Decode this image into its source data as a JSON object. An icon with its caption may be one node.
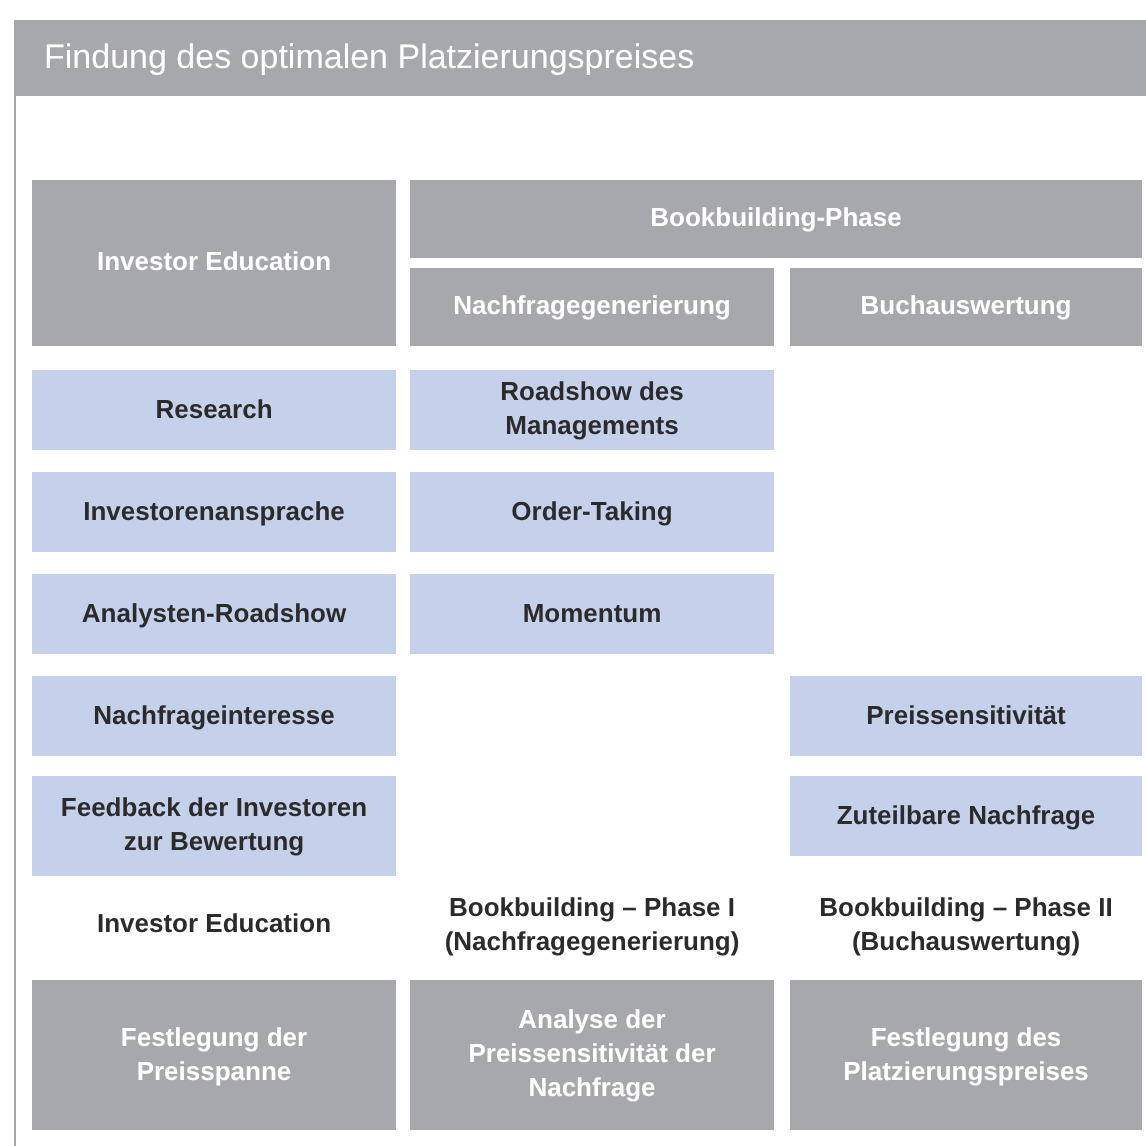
{
  "diagram": {
    "title": "Findung des optimalen Platzierungspreises",
    "nodes": [
      {
        "text": [
          "Investor Education"
        ]
      },
      {
        "text": [
          "Bookbuilding-Phase"
        ]
      },
      {
        "text": [
          "Nachfragegenerierung"
        ]
      },
      {
        "text": [
          "Buchauswertung"
        ]
      },
      {
        "text": [
          "Research"
        ]
      },
      {
        "text": [
          "Roadshow des Managements"
        ]
      },
      {
        "text": [
          "Investorenansprache"
        ]
      },
      {
        "text": [
          "Order-Taking"
        ]
      },
      {
        "text": [
          "Analysten-Roadshow"
        ]
      },
      {
        "text": [
          "Momentum"
        ]
      },
      {
        "text": [
          "Nachfrageinteresse"
        ]
      },
      {
        "text": [
          "Preissensitivität"
        ]
      },
      {
        "text": [
          "Feedback der Investoren zur Bewertung"
        ]
      },
      {
        "text": [
          "Zuteilbare Nachfrage"
        ]
      },
      {
        "text": [
          "Festlegung der Preisspanne"
        ]
      },
      {
        "text": [
          "Analyse der Preissensitivität der Nachfrage"
        ]
      },
      {
        "text": [
          "Festlegung des Platzierungspreises"
        ]
      }
    ],
    "labels": [
      "Investor Education",
      "Bookbuilding – Phase I (Nachfragegenerierung)",
      "Bookbuilding – Phase II (Buchauswertung)"
    ]
  }
}
